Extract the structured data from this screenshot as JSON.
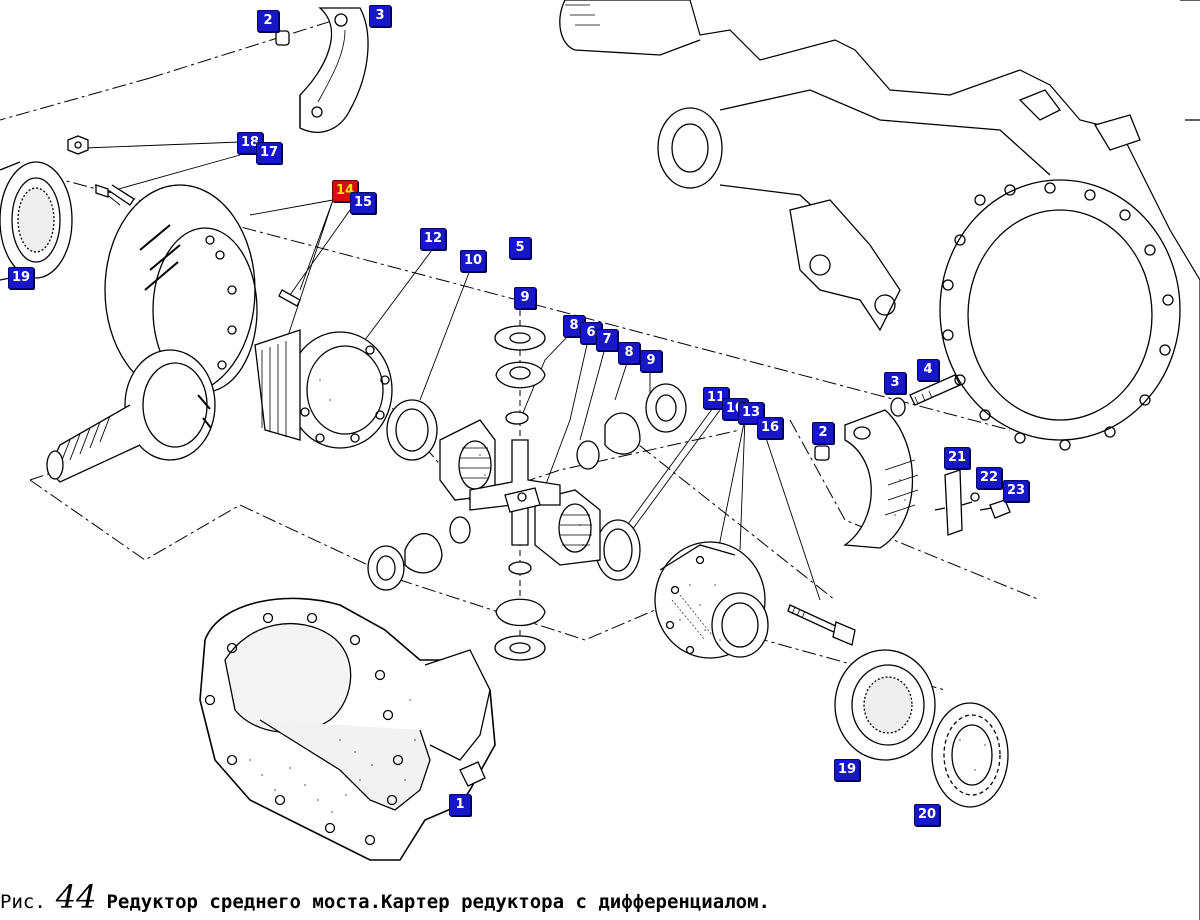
{
  "figure": {
    "prefix": "Рис.",
    "number": "44",
    "title": "Редуктор среднего моста.Картер редуктора с дифференциалом."
  },
  "highlighted_part": "14",
  "colors": {
    "callout_bg": "#1717c8",
    "callout_text": "#ffffff",
    "highlight_bg": "#d40d0d",
    "highlight_text": "#ffe100",
    "line": "#000000"
  },
  "callouts": [
    {
      "label": "2"
    },
    {
      "label": "3"
    },
    {
      "label": "18"
    },
    {
      "label": "17"
    },
    {
      "label": "14"
    },
    {
      "label": "15"
    },
    {
      "label": "19"
    },
    {
      "label": "12"
    },
    {
      "label": "10"
    },
    {
      "label": "5"
    },
    {
      "label": "9"
    },
    {
      "label": "8"
    },
    {
      "label": "6"
    },
    {
      "label": "7"
    },
    {
      "label": "8"
    },
    {
      "label": "9"
    },
    {
      "label": "11"
    },
    {
      "label": "10"
    },
    {
      "label": "13"
    },
    {
      "label": "16"
    },
    {
      "label": "4"
    },
    {
      "label": "3"
    },
    {
      "label": "2"
    },
    {
      "label": "21"
    },
    {
      "label": "22"
    },
    {
      "label": "23"
    },
    {
      "label": "1"
    },
    {
      "label": "19"
    },
    {
      "label": "20"
    }
  ]
}
